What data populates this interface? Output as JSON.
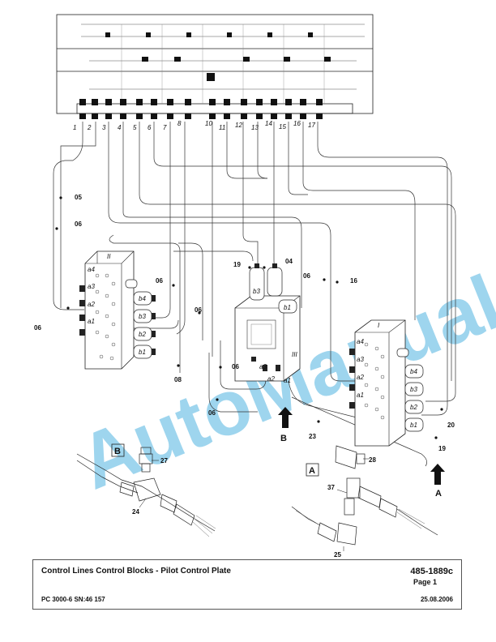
{
  "watermark": "AutoManual",
  "port_numbers": [
    "1",
    "2",
    "3",
    "4",
    "5",
    "6",
    "7",
    "8",
    "10",
    "11",
    "12",
    "13",
    "14",
    "15",
    "16",
    "17"
  ],
  "line_labels": {
    "l05": "05",
    "l06a": "06",
    "l06b": "06",
    "l06c": "06",
    "l06d": "06",
    "l06e": "06",
    "l06f": "06",
    "l06g": "06",
    "l04": "04",
    "l19a": "19",
    "l19b": "19",
    "l16": "16",
    "l08": "08",
    "l20": "20",
    "l23": "23"
  },
  "block_labels": {
    "left_roman": "II",
    "center_roman": "III",
    "right_roman": "I",
    "a4": "a4",
    "a3": "a3",
    "a2": "a2",
    "a1": "a1",
    "b4": "b4",
    "b3": "b3",
    "b2": "b2",
    "b1": "b1"
  },
  "callouts": {
    "arrow_a": "A",
    "arrow_b": "B",
    "box_a": "A",
    "box_b": "B",
    "p27": "27",
    "p24": "24",
    "p28": "28",
    "p37": "37",
    "p25": "25"
  },
  "title_block": {
    "title": "Control Lines Control Blocks - Pilot Control Plate",
    "doc_number": "485-1889c",
    "page": "Page 1",
    "model": "PC 3000-6 SN:46 157",
    "date": "25.08.2006"
  }
}
